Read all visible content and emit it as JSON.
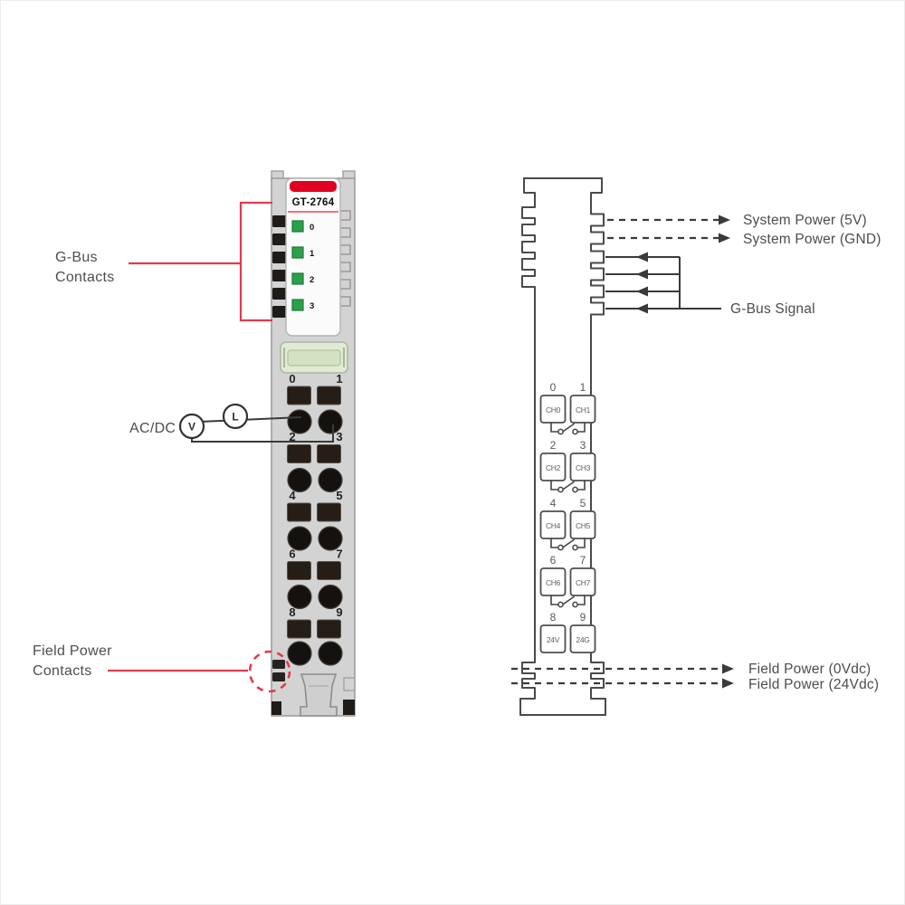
{
  "colors": {
    "annotation_red": "#e23a4e",
    "top_bar_red": "#e00020",
    "panel_red_line": "#ef7482",
    "led_green": "#2ca04c",
    "led_green_border": "#1d7a38",
    "line_dark": "#3a3a3a"
  },
  "module": {
    "model": "GT-2764",
    "led_numbers": [
      "0",
      "1",
      "2",
      "3"
    ],
    "terminal_rows": [
      [
        "0",
        "1"
      ],
      [
        "2",
        "3"
      ],
      [
        "4",
        "5"
      ],
      [
        "6",
        "7"
      ],
      [
        "8",
        "9"
      ]
    ]
  },
  "annotations": {
    "gbus_contacts_line1": "G-Bus",
    "gbus_contacts_line2": "Contacts",
    "acdc_label": "AC/DC",
    "voltage_symbol": "V",
    "line_symbol": "L",
    "field_power_line1": "Field Power",
    "field_power_line2": "Contacts"
  },
  "schematic": {
    "system_power_5v": "System Power (5V)",
    "system_power_gnd": "System Power (GND)",
    "gbus_signal": "G-Bus Signal",
    "field_power_0v": "Field Power (0Vdc)",
    "field_power_24v": "Field Power (24Vdc)",
    "channel_rows": [
      {
        "numbers": [
          "0",
          "1"
        ],
        "boxes": [
          "CH0",
          "CH1"
        ]
      },
      {
        "numbers": [
          "2",
          "3"
        ],
        "boxes": [
          "CH2",
          "CH3"
        ]
      },
      {
        "numbers": [
          "4",
          "5"
        ],
        "boxes": [
          "CH4",
          "CH5"
        ]
      },
      {
        "numbers": [
          "6",
          "7"
        ],
        "boxes": [
          "CH6",
          "CH7"
        ]
      },
      {
        "numbers": [
          "8",
          "9"
        ],
        "boxes": [
          "24V",
          "24G"
        ]
      }
    ]
  }
}
